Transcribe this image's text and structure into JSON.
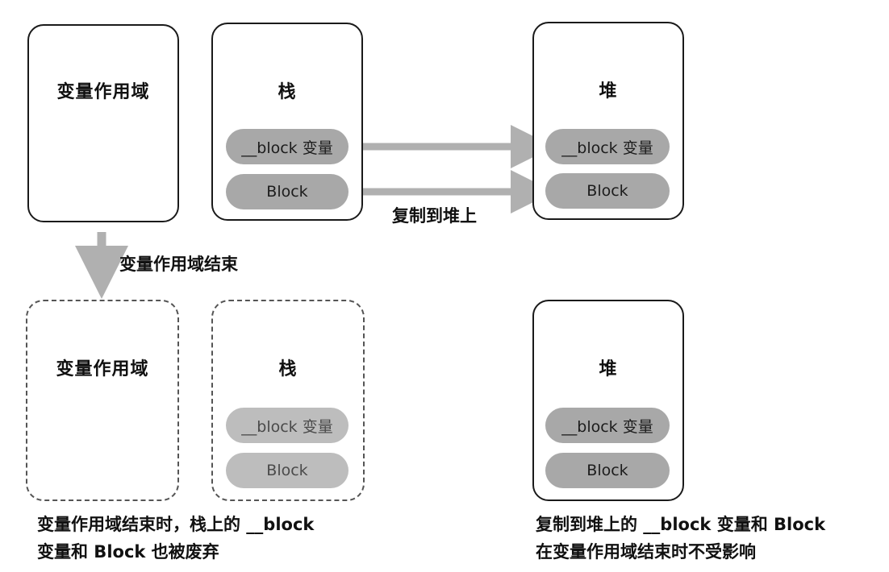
{
  "top": {
    "scope_title": "变量作用域",
    "stack_title": "栈",
    "heap_title": "堆",
    "stack_items": [
      "__block 变量",
      "Block"
    ],
    "heap_items": [
      "__block 变量",
      "Block"
    ],
    "copy_label": "复制到堆上"
  },
  "transition_label": "变量作用域结束",
  "bottom": {
    "scope_title": "变量作用域",
    "stack_title": "栈",
    "heap_title": "堆",
    "stack_items": [
      "__block 变量",
      "Block"
    ],
    "heap_items": [
      "__block 变量",
      "Block"
    ],
    "caption_left": [
      "变量作用域结束时，栈上的 __block",
      "变量和 Block 也被废弃"
    ],
    "caption_right": [
      "复制到堆上的 __block 变量和 Block",
      "在变量作用域结束时不受影响"
    ]
  },
  "colors": {
    "pill": "#a8a8a8",
    "arrow": "#b0b0b0",
    "border": "#1a1a1a"
  }
}
